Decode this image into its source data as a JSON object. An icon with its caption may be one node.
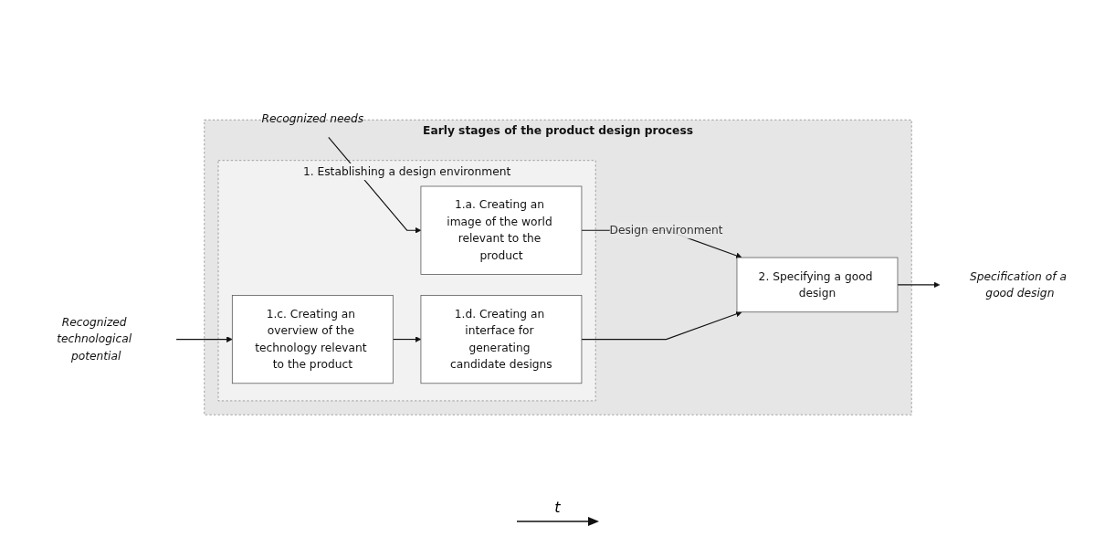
{
  "diagram": {
    "nodes": [
      {
        "text": [
          "Early stages of the product design process"
        ]
      },
      {
        "text": [
          "1. Establishing a design environment"
        ],
        "in": 0
      },
      {
        "text": [
          "1.a. Creating an image of the world relevant to the product"
        ],
        "in": 1
      },
      {
        "text": [
          "1.c. Creating an overview of the technology relevant to the product"
        ],
        "in": 1
      },
      {
        "text": [
          "1.d. Creating an interface for generating candidate designs"
        ],
        "in": 1
      },
      {
        "text": [
          "2. Specifying a good design"
        ],
        "in": 0
      },
      {
        "text": [
          "Recognized needs"
        ]
      },
      {
        "text": [
          "Recognized technological potential"
        ]
      },
      {
        "text": [
          "Specification of a good design"
        ]
      }
    ],
    "edges": [
      {
        "from": 6,
        "to": 2,
        "arrow": "to"
      },
      {
        "from": 7,
        "to": 3,
        "arrow": "to"
      },
      {
        "from": 3,
        "to": 4,
        "arrow": "to"
      },
      {
        "from": 2,
        "to": 5,
        "arrow": "to",
        "label": "Design environment"
      },
      {
        "from": 4,
        "to": 5,
        "arrow": "to"
      },
      {
        "from": 5,
        "to": 8,
        "arrow": "to"
      }
    ],
    "labels": [
      "t"
    ]
  }
}
